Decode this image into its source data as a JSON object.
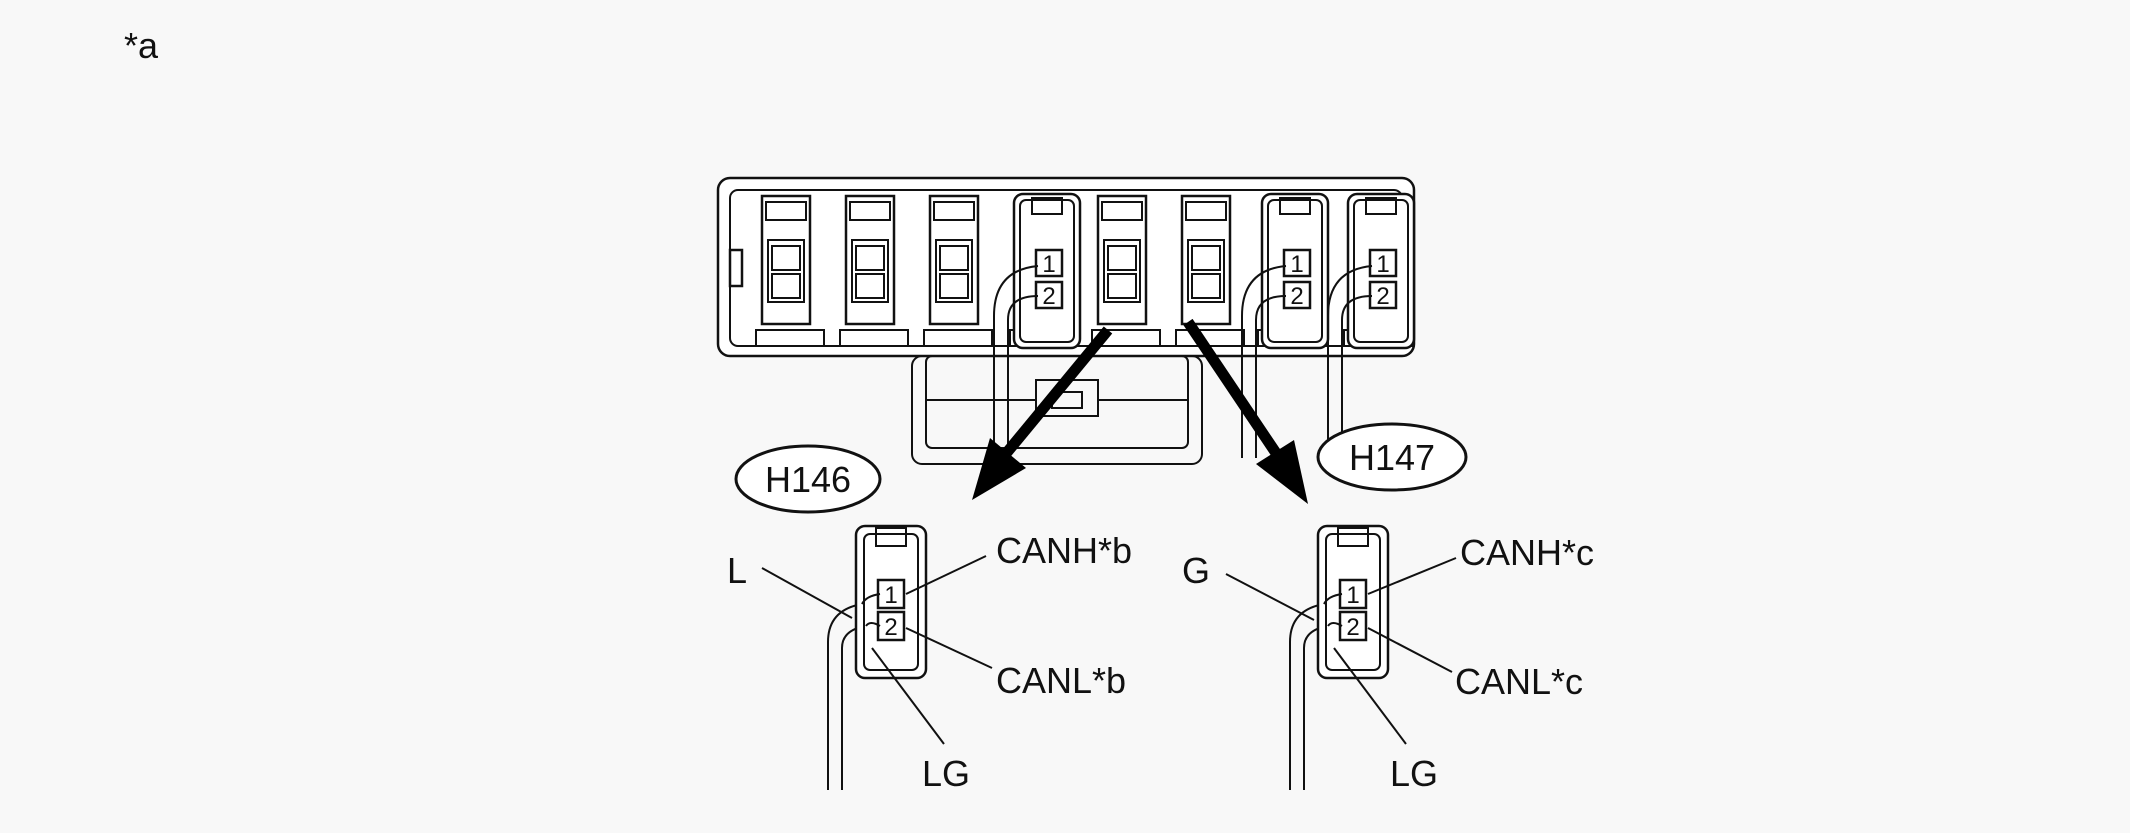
{
  "note_label": "*a",
  "connector_left": {
    "id": "H146",
    "pins": [
      "1",
      "2"
    ],
    "wire_color_pin1": "L",
    "wire_color_pin2": "LG",
    "signal_pin1": "CANH*b",
    "signal_pin2": "CANL*b"
  },
  "connector_right": {
    "id": "H147",
    "pins": [
      "1",
      "2"
    ],
    "wire_color_pin1": "G",
    "wire_color_pin2": "LG",
    "signal_pin1": "CANH*c",
    "signal_pin2": "CANL*c"
  },
  "block": {
    "pin1": "1",
    "pin2": "2"
  }
}
